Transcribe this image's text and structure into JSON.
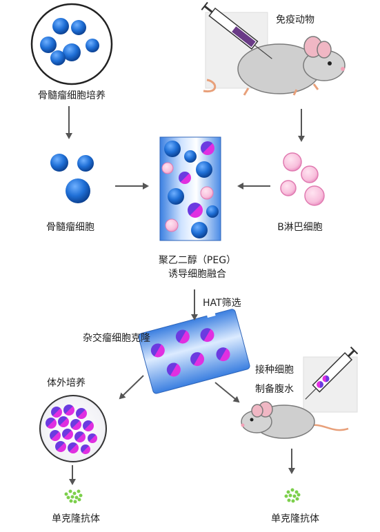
{
  "labels": {
    "myeloma_culture": "骨髓瘤细胞培养",
    "immunized_animal": "免疫动物",
    "myeloma_cell": "骨髓瘤细胞",
    "b_cell": "B淋巴细胞",
    "peg_line1": "聚乙二醇（PEG）",
    "peg_line2": "诱导细胞融合",
    "hat_selection": "HAT筛选",
    "hybridoma_clone": "杂交瘤细胞克隆",
    "in_vitro": "体外培养",
    "inject_line1": "接种细胞",
    "inject_line2": "制备腹水",
    "antibody_left": "单克隆抗体",
    "antibody_right": "单克隆抗体"
  },
  "colors": {
    "myeloma_blue": "#1f6fd6",
    "b_cell_pink": "#f4a9cf",
    "hybrid_magenta": "#d41fd8",
    "hybrid_purple": "#5b3fd6",
    "antibody_green": "#7ccf4b",
    "mouse_gray": "#c9c9c9",
    "arrow_gray": "#555555"
  }
}
